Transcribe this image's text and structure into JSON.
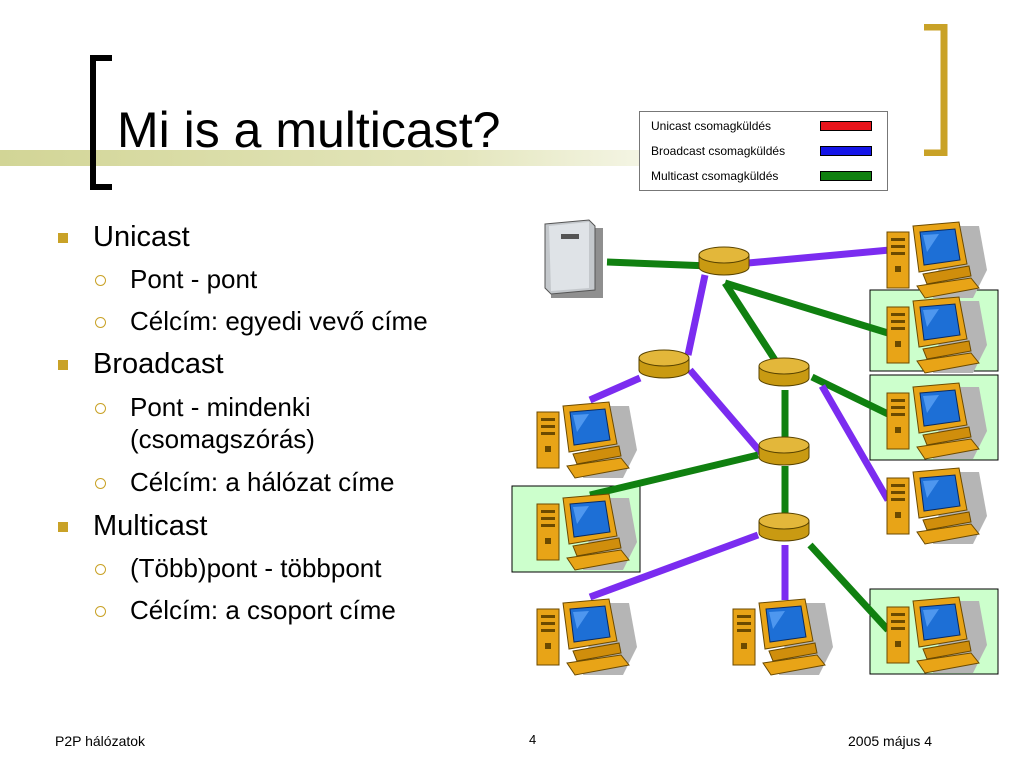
{
  "title": "Mi is a multicast?",
  "bullets": [
    {
      "text": "Unicast",
      "subs": [
        "Pont - pont",
        "Célcím: egyedi vevő címe"
      ]
    },
    {
      "text": "Broadcast",
      "subs": [
        "Pont - mindenki",
        "(csomagszórás)",
        "Célcím: a hálózat címe"
      ]
    },
    {
      "text": "Multicast",
      "subs": [
        "(Több)pont - többpont",
        "Célcím: a csoport címe"
      ]
    }
  ],
  "legend": [
    {
      "label": "Unicast csomagküldés",
      "color": "#e8141b"
    },
    {
      "label": "Broadcast csomagküldés",
      "color": "#1414e8"
    },
    {
      "label": "Multicast csomagküldés",
      "color": "#108010"
    }
  ],
  "colors": {
    "broadcast_line": "#7b2cf0",
    "multicast_line": "#108010",
    "accent_gold": "#c9a227",
    "accent_olive": "#d2d596",
    "highlight_box": "#ccffcc"
  },
  "footer": {
    "left": "P2P hálózatok",
    "center": "4",
    "right": "2005 május 4"
  }
}
